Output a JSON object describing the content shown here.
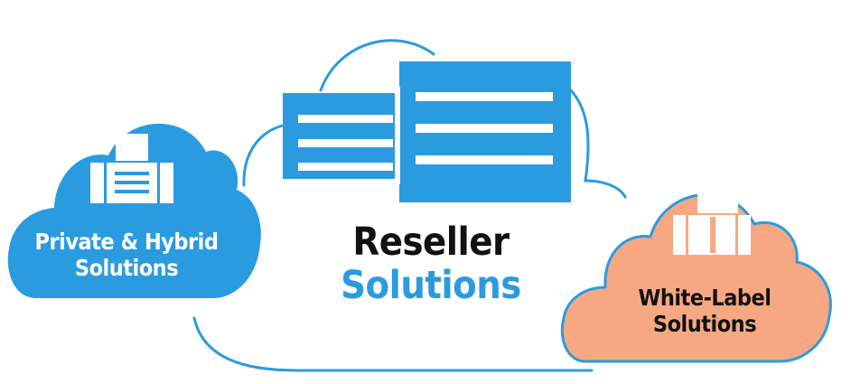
{
  "colors": {
    "blue": "#2b9be0",
    "orange": "#f7a882",
    "outline_blue": "#2b9be0",
    "text_white": "#ffffff",
    "text_dark": "#111111",
    "text_blue": "#2b9be0"
  },
  "clouds": {
    "private": {
      "line1": "Private & Hybrid",
      "line2": "Solutions",
      "icon": "server-icon"
    },
    "reseller": {
      "line1": "Reseller",
      "line2": "Solutions",
      "icon": "documents-icon"
    },
    "white_label": {
      "line1": "White-Label",
      "line2": "Solutions",
      "icon": "boxes-icon"
    }
  }
}
